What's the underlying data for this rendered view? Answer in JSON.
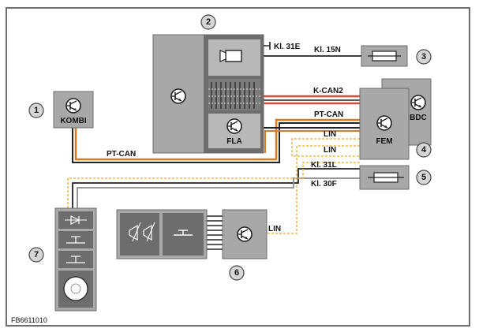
{
  "figure_code": "FB6611010",
  "callouts": [
    "1",
    "2",
    "3",
    "4",
    "5",
    "6",
    "7"
  ],
  "components": {
    "kombi": "KOMBI",
    "fla": "FLA",
    "fem": "FEM",
    "bdc": "BDC"
  },
  "wires": {
    "kl31e": "Kl. 31E",
    "kl15n": "Kl. 15N",
    "kcan2": "K-CAN2",
    "ptcan_fem": "PT-CAN",
    "ptcan_kombi": "PT-CAN",
    "lin1": "LIN",
    "lin2": "LIN",
    "kl31l": "Kl. 31L",
    "kl30f": "Kl. 30F",
    "lin_6": "LIN"
  },
  "colors": {
    "frame": "#6e6e6e",
    "module_gray": "#a8a8a8",
    "module_dark": "#6d6d6d",
    "pt_can": "#e07a1f",
    "k_can": "#d84a3a",
    "lin": "#f2b84b",
    "wire_black": "#222222"
  }
}
